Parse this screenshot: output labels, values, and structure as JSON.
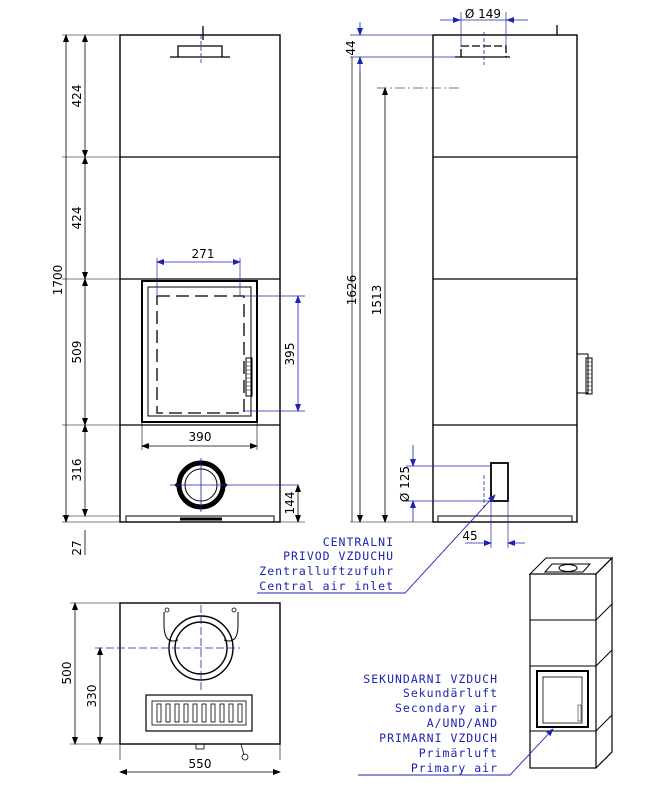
{
  "front_view": {
    "dims_left": {
      "top_module": "424",
      "second_module": "424",
      "firebox_module": "509",
      "base_module": "316",
      "plinth": "27",
      "total_height": "1700"
    },
    "door_top_width": "271",
    "door_height": "395",
    "door_bottom_width": "390",
    "air_inlet_height": "144"
  },
  "side_view": {
    "flue_diameter": "Ø 149",
    "flue_top_offset": "44",
    "flue_center_height": "1626",
    "top_outlet_height": "1513",
    "inlet_diameter": "Ø 125",
    "inlet_offset": "45"
  },
  "top_view": {
    "depth": "500",
    "flue_center_depth": "330",
    "width": "550"
  },
  "central_air": [
    "CENTRALNI",
    "PRIVOD VZDUCHU",
    "Zentralluftzufuhr",
    "Central air inlet"
  ],
  "secondary_air": [
    "SEKUNDARNI VZDUCH",
    "Sekundärluft",
    "Secondary air",
    "A/UND/AND",
    "PRIMARNI VZDUCH",
    "Primärluft",
    "Primary air"
  ],
  "colors": {
    "line": "#000000",
    "annotation": "#1c24b0"
  }
}
